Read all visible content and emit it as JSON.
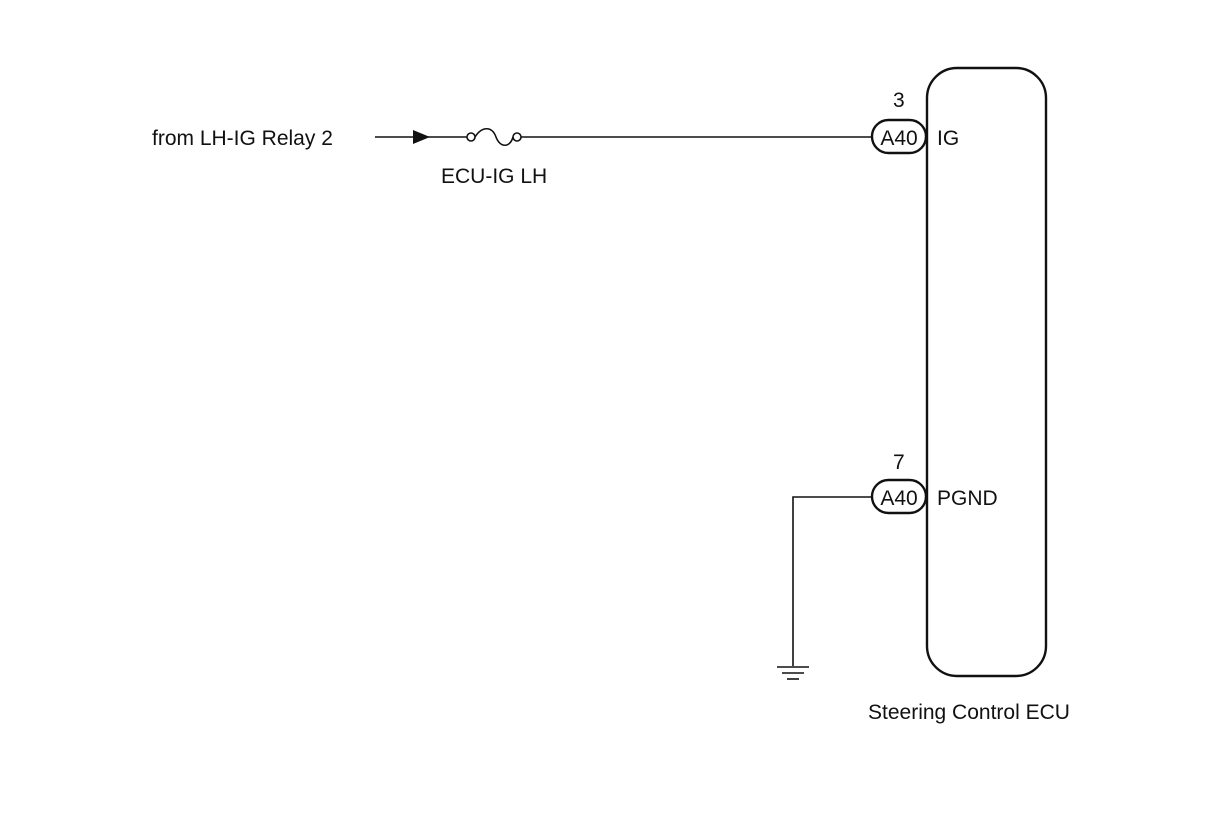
{
  "source_label": "from LH-IG Relay 2",
  "fuse": {
    "label": "ECU-IG LH"
  },
  "ecu": {
    "label": "Steering Control ECU"
  },
  "pins": [
    {
      "connector": "A40",
      "pin_number": "3",
      "signal": "IG"
    },
    {
      "connector": "A40",
      "pin_number": "7",
      "signal": "PGND"
    }
  ],
  "colors": {
    "line": "#111111",
    "background": "#ffffff"
  }
}
